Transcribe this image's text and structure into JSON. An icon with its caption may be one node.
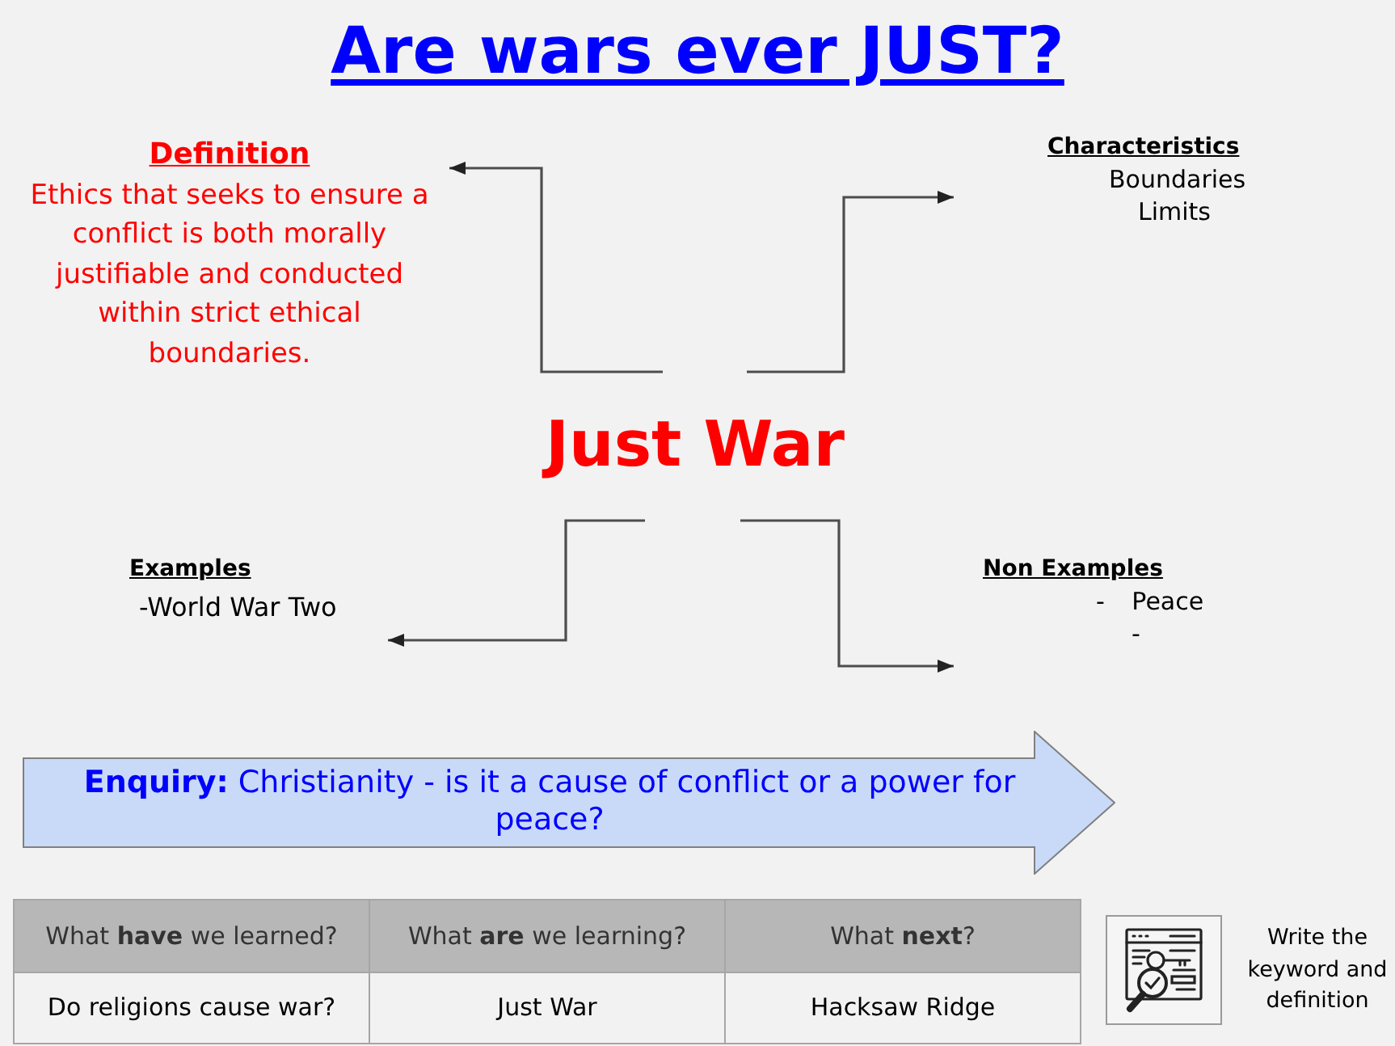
{
  "diagram": {
    "title": "Are wars ever JUST?",
    "nodes": [
      {
        "text": [
          "Definition",
          "Ethics that seeks to ensure a conflict is both morally justifiable and conducted within strict ethical boundaries."
        ]
      },
      {
        "text": [
          "Characteristics",
          "Boundaries",
          "Limits"
        ]
      },
      {
        "text": [
          "Just War"
        ]
      },
      {
        "text": [
          "Examples",
          "-World War Two"
        ]
      },
      {
        "text": [
          "Non Examples",
          "- Peace",
          "-"
        ]
      },
      {
        "text": [
          "**Enquiry:** Christianity - is it a cause of conflict or a power for peace?"
        ]
      }
    ],
    "edges": [
      {
        "from": 2,
        "to": 0,
        "arrow": "to"
      },
      {
        "from": 2,
        "to": 1,
        "arrow": "to"
      },
      {
        "from": 2,
        "to": 3,
        "arrow": "to"
      },
      {
        "from": 2,
        "to": 4,
        "arrow": "to"
      }
    ],
    "labels": [
      "What **have** we learned?",
      "What **are** we learning?",
      "What **next**?",
      "Do religions cause war?",
      "Just War",
      "Hacksaw Ridge",
      "Write the keyword and definition"
    ]
  }
}
